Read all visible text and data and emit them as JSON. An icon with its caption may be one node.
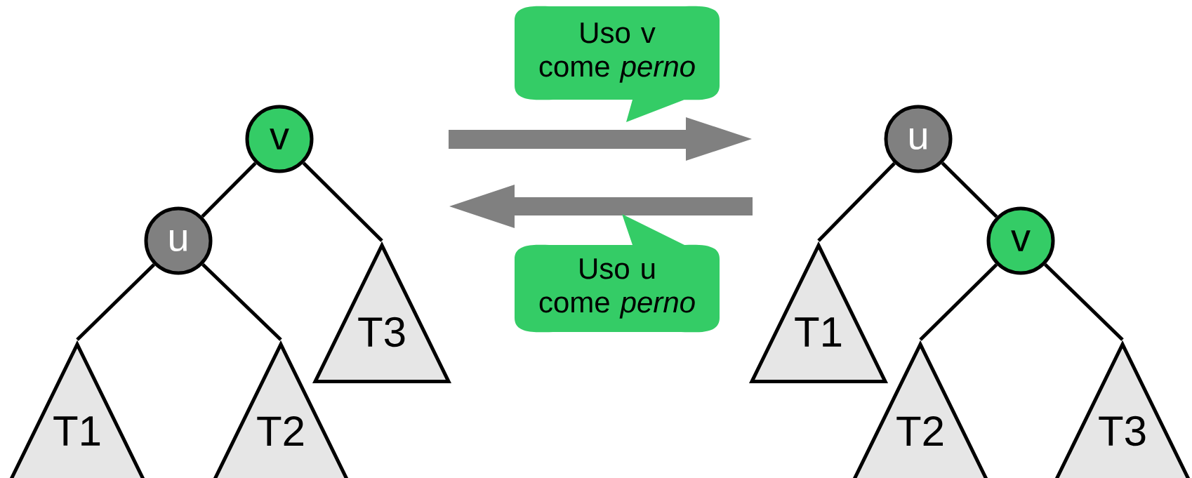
{
  "diagram": {
    "nodes": [
      {
        "text": [
          "v"
        ]
      },
      {
        "text": [
          "u"
        ]
      },
      {
        "text": [
          "T3"
        ]
      },
      {
        "text": [
          "T1"
        ]
      },
      {
        "text": [
          "T2"
        ]
      },
      {
        "text": [
          "Uso v come *perno*"
        ]
      },
      {
        "text": [
          "Uso u come *perno*"
        ]
      },
      {
        "text": [
          "u"
        ]
      },
      {
        "text": [
          "v"
        ]
      },
      {
        "text": [
          "T1"
        ]
      },
      {
        "text": [
          "T2"
        ]
      },
      {
        "text": [
          "T3"
        ]
      }
    ],
    "edges": [
      {
        "from": 0,
        "to": 1,
        "arrow": "none"
      },
      {
        "from": 0,
        "to": 2,
        "arrow": "none"
      },
      {
        "from": 1,
        "to": 3,
        "arrow": "none"
      },
      {
        "from": 1,
        "to": 4,
        "arrow": "none"
      },
      {
        "from": 7,
        "to": 9,
        "arrow": "none"
      },
      {
        "from": 7,
        "to": 8,
        "arrow": "none"
      },
      {
        "from": 8,
        "to": 10,
        "arrow": "none"
      },
      {
        "from": 8,
        "to": 11,
        "arrow": "none"
      }
    ]
  }
}
